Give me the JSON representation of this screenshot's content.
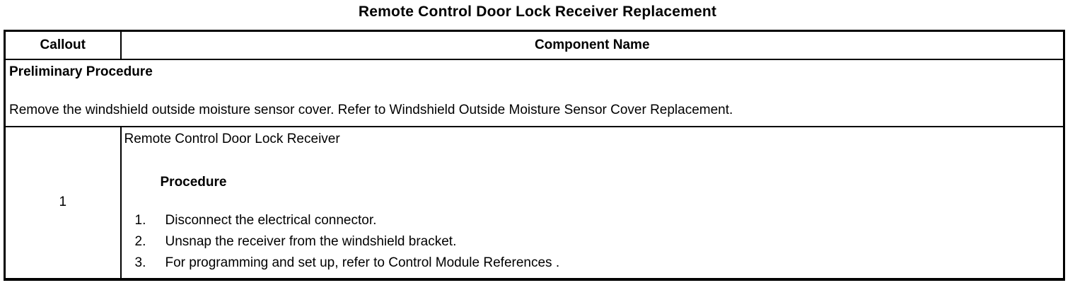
{
  "page": {
    "title": "Remote Control Door Lock Receiver Replacement"
  },
  "table": {
    "headers": {
      "callout": "Callout",
      "component": "Component Name"
    },
    "preliminary": {
      "heading": "Preliminary Procedure",
      "text": "Remove the windshield outside moisture sensor cover. Refer to Windshield Outside Moisture Sensor Cover Replacement."
    },
    "rows": [
      {
        "callout": "1",
        "component": "Remote Control Door Lock Receiver",
        "procedure_heading": "Procedure",
        "steps": [
          {
            "num": "1.",
            "text": "Disconnect the electrical connector."
          },
          {
            "num": "2.",
            "text": "Unsnap the receiver from the windshield bracket."
          },
          {
            "num": "3.",
            "text": "For programming and set up, refer to Control Module References ."
          }
        ]
      }
    ]
  },
  "colors": {
    "border": "#000000",
    "text": "#000000",
    "background": "#ffffff"
  }
}
